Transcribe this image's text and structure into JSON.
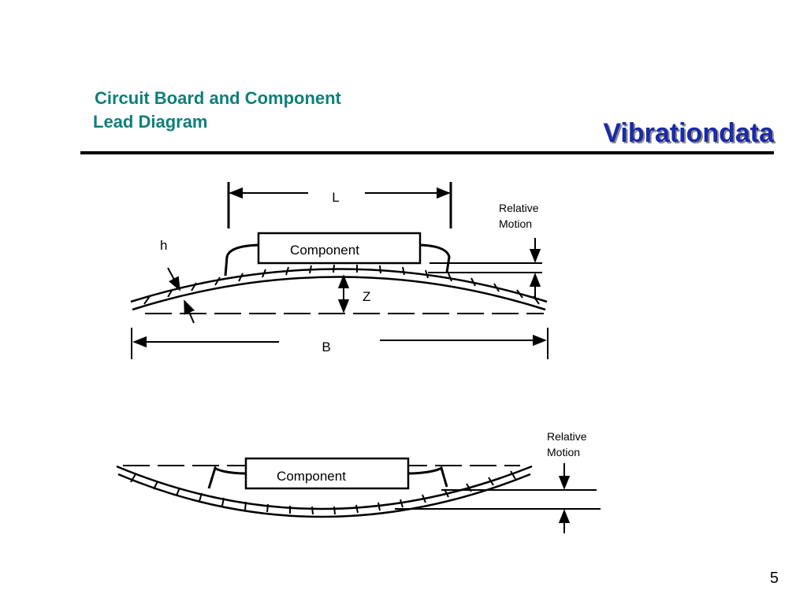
{
  "header": {
    "title_line1": "Circuit Board and Component",
    "title_line2": "Lead Diagram",
    "brand": "Vibrationdata",
    "title_color": "#0e7f7a",
    "brand_color": "#1b2aa8"
  },
  "diagram_top": {
    "label_L": "L",
    "label_h": "h",
    "label_component": "Component",
    "label_Z": "Z",
    "label_B": "B",
    "relative_motion_line1": "Relative",
    "relative_motion_line2": "Motion"
  },
  "diagram_bottom": {
    "label_component": "Component",
    "relative_motion_line1": "Relative",
    "relative_motion_line2": "Motion"
  },
  "footer": {
    "page_number": "5"
  }
}
